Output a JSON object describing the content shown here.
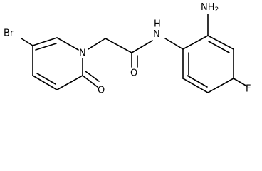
{
  "structure": {
    "atoms": [
      {
        "id": "Br",
        "label": "Br"
      },
      {
        "id": "N1",
        "label": "N"
      },
      {
        "id": "O_ring",
        "label": "O"
      },
      {
        "id": "O_amide",
        "label": "O"
      },
      {
        "id": "NH",
        "label": "N",
        "sublabel": "H"
      },
      {
        "id": "NH2",
        "label": "NH",
        "sub": "2"
      },
      {
        "id": "F",
        "label": "F"
      }
    ]
  }
}
